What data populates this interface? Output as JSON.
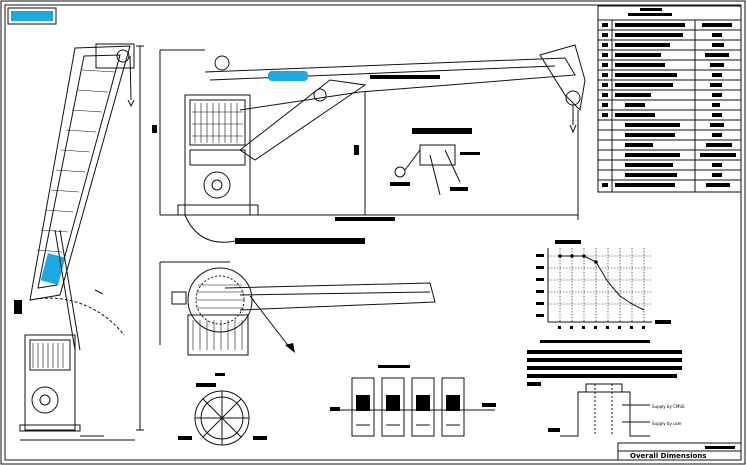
{
  "drawing": {
    "title_block_caption": "Overall Dimensions",
    "chart_title": "",
    "legend_lines": [
      "Supply by CMUE",
      "Supply by user"
    ],
    "note_text": "",
    "colors": {
      "highlight": "#1aa9e0",
      "line": "#111111",
      "paper": "#ffffff"
    }
  }
}
